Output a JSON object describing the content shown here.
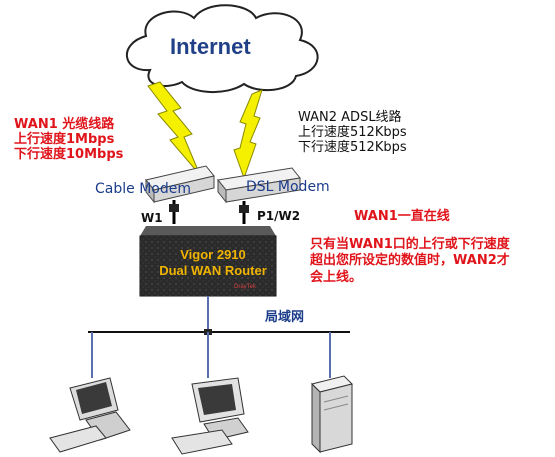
{
  "cloud": {
    "label": "Internet"
  },
  "wan1": {
    "lines": [
      "WAN1 光缆线路",
      "上行速度1Mbps",
      "下行速度10Mbps"
    ]
  },
  "wan2": {
    "lines": [
      "WAN2 ADSL线路",
      "上行速度512Kbps",
      "下行速度512Kbps"
    ]
  },
  "modems": {
    "cable": "Cable Modem",
    "dsl": "DSL Modem"
  },
  "ports": {
    "w1": "W1",
    "p1w2": "P1/W2"
  },
  "router": {
    "line1": "Vigor 2910",
    "line2": "Dual WAN Router",
    "badge": "DrayTek"
  },
  "notes": {
    "wan1_online": "WAN1一直在线",
    "condition": [
      "只有当WAN1口的上行或下行速度",
      "超出您所设定的数值时，WAN2才",
      "会上线。"
    ]
  },
  "lan": {
    "label": "局域网"
  },
  "colors": {
    "note_red": "#e0141b",
    "label_blue": "#1b3c8a",
    "lightning_yellow": "#f5f000",
    "router_gold": "#f0b400"
  },
  "icons": [
    "cloud-icon",
    "lightning-icon",
    "modem-icon",
    "router-icon",
    "desktop-pc-icon",
    "server-icon"
  ]
}
